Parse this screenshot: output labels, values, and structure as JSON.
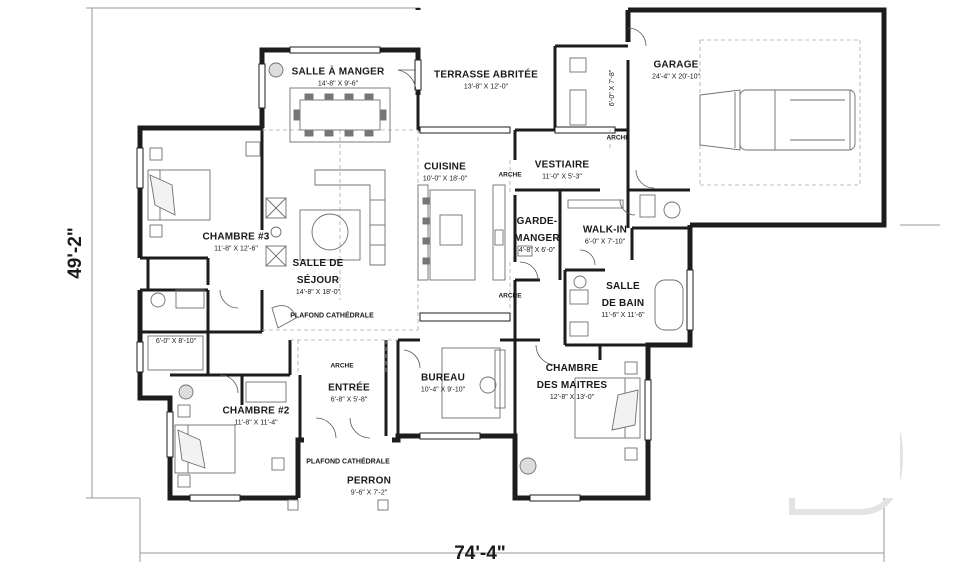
{
  "dimensions": {
    "width": "74'-4\"",
    "height": "49'-2\""
  },
  "rooms": {
    "salle_a_manger": {
      "name": "SALLE À MANGER",
      "size": "14'-8\" X 9'-6\""
    },
    "terrasse": {
      "name": "TERRASSE ABRITÉE",
      "size": "13'-8\" X 12'-0\""
    },
    "garage": {
      "name": "GARAGE",
      "size": "24'-4\" X 20'-10\""
    },
    "chambre3": {
      "name": "CHAMBRE #3",
      "size": "11'-8\" X 12'-6\""
    },
    "cuisine": {
      "name": "CUISINE",
      "size": "10'-0\" X 18'-0\""
    },
    "vestiaire": {
      "name": "VESTIAIRE",
      "size": "11'-0\" X 5'-3\""
    },
    "sejour": {
      "name1": "SALLE DE",
      "name2": "SÉJOUR",
      "size": "14'-8\" X 18'-0\""
    },
    "garde_manger": {
      "name1": "GARDE-",
      "name2": "MANGER",
      "size": "4'-8\" X 6'-0\""
    },
    "walkin": {
      "name": "WALK-IN",
      "size": "6'-0\" X 7'-10\""
    },
    "salle_de_bain": {
      "name1": "SALLE",
      "name2": "DE BAIN",
      "size": "11'-6\" X 11'-6\""
    },
    "bath2": {
      "size": "6'-0\" X 8'-10\""
    },
    "chambre2": {
      "name": "CHAMBRE #2",
      "size": "11'-8\" X 11'-4\""
    },
    "entree": {
      "name": "ENTRÉE",
      "size": "6'-8\" X 5'-8\""
    },
    "bureau": {
      "name": "BUREAU",
      "size": "10'-4\" X 9'-10\""
    },
    "chambre_maitres": {
      "name1": "CHAMBRE",
      "name2": "DES MAITRES",
      "size": "12'-8\" X 13'-0\""
    },
    "perron": {
      "name": "PERRON",
      "size": "9'-6\" X 7'-2\""
    },
    "closet_garage": {
      "size": "6'-0\" X 7'-8\""
    }
  },
  "notes": {
    "plafond_1": "PLAFOND CATHÉDRALE",
    "plafond_2": "PLAFOND CATHÉDRALE",
    "arch_entree": "ARCHE",
    "arch_garage": "ARCHE",
    "arch_cuisine_1": "ARCHE",
    "arch_cuisine_2": "ARCHE"
  },
  "colors": {
    "wall": "#1c1c1c",
    "fill": "#ffffff",
    "furniture": "#8a8a8a",
    "dimline": "#9a9a9a",
    "logo": "#e6e6e6"
  }
}
